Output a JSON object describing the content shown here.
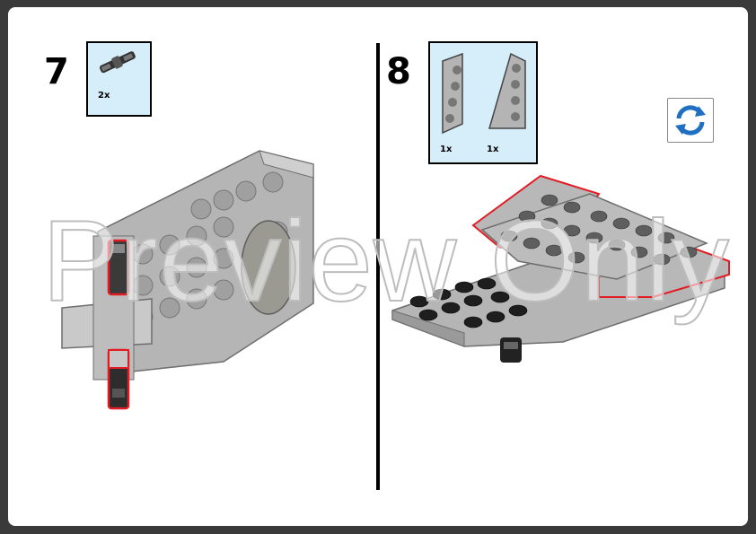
{
  "steps": [
    {
      "number": "7",
      "parts": [
        {
          "name": "pin-connector",
          "qty": "2x"
        }
      ]
    },
    {
      "number": "8",
      "parts": [
        {
          "name": "wedge-plate-left",
          "qty": "1x"
        },
        {
          "name": "wedge-plate-right",
          "qty": "1x"
        }
      ]
    }
  ],
  "rotate_icon": "rotate-arrows-icon",
  "watermark": "Preview Only",
  "colors": {
    "parts_bg": "#d6eef9",
    "brick_gray": "#a6a6a6",
    "highlight": "#e31b23",
    "rotate_blue": "#1f6fc3"
  }
}
